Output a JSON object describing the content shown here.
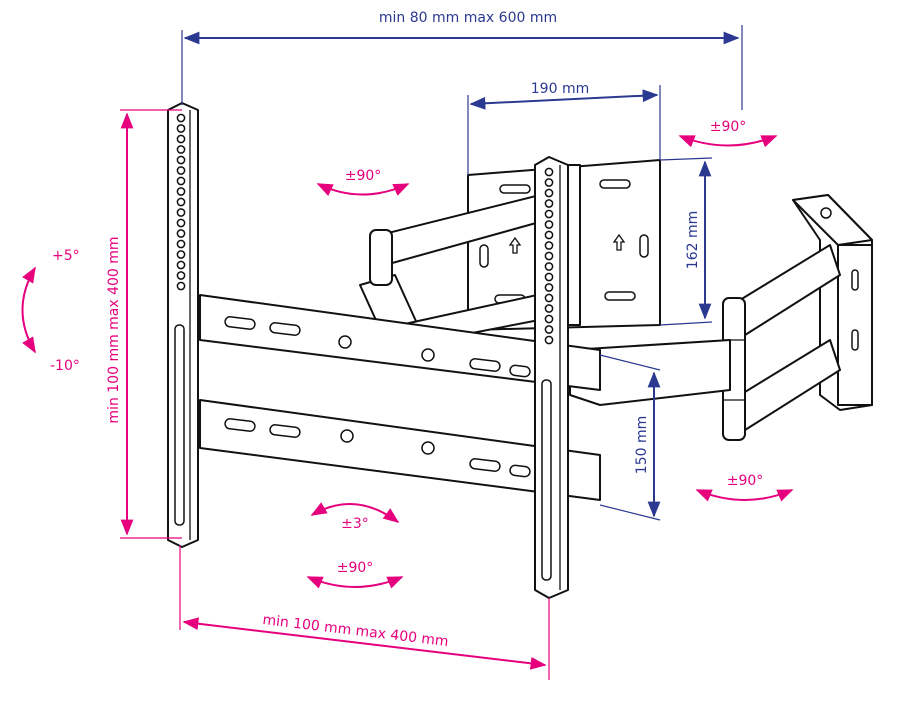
{
  "colors": {
    "dimension": "#2b3990",
    "rotation": "#e6007e",
    "outline": "#111111"
  },
  "dimensions": {
    "depth": "min 80 mm max 600 mm",
    "wall_plate_width": "190 mm",
    "wall_plate_height": "162 mm",
    "arm_offset": "150 mm",
    "vesa_vertical": "min 100 mm max 400 mm",
    "vesa_horizontal": "min 100 mm max 400 mm"
  },
  "rotations": {
    "tilt_up": "+5°",
    "tilt_down": "-10°",
    "arm_swivel": "±90°",
    "wall_swivel": "±90°",
    "elbow_swivel": "±90°",
    "level": "±3°",
    "head_swivel": "±90°"
  }
}
